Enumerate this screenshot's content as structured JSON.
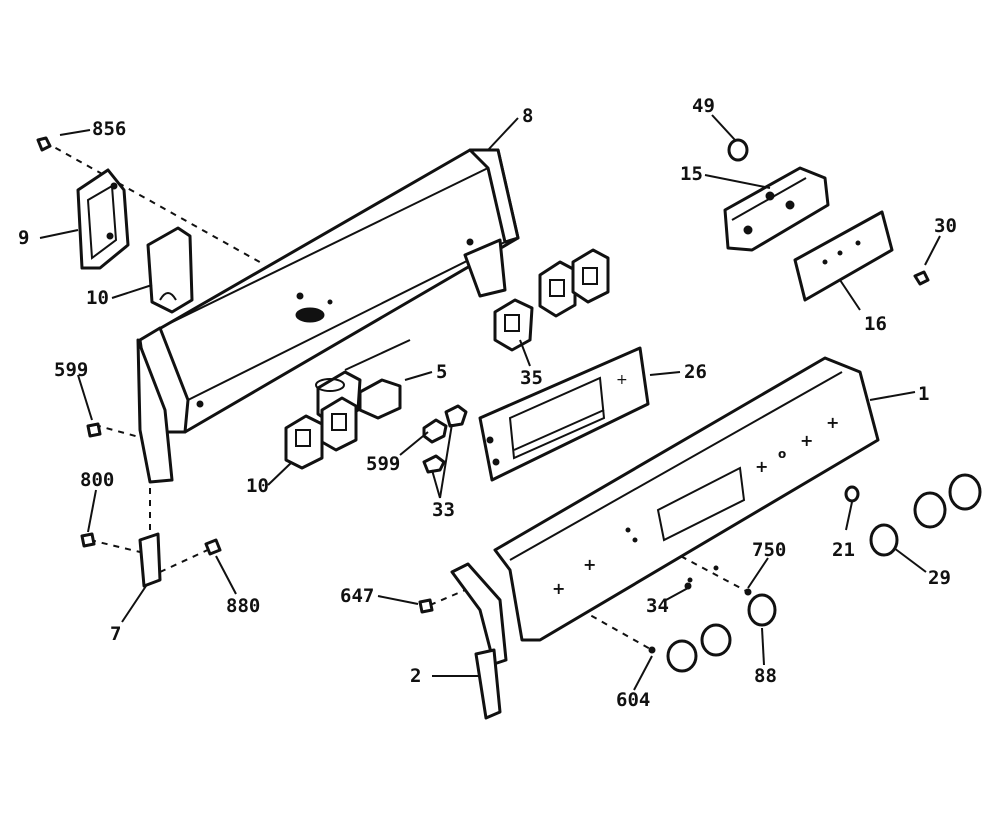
{
  "callouts": {
    "c856": "856",
    "c8": "8",
    "c49": "49",
    "c15": "15",
    "c30": "30",
    "c9": "9",
    "c10a": "10",
    "c16": "16",
    "c599": "599",
    "c35": "35",
    "c26": "26",
    "c5": "5",
    "c1": "1",
    "c10b": "10",
    "c599b": "599",
    "c33": "33",
    "c800": "800",
    "c21": "21",
    "c29": "29",
    "c750": "750",
    "c7": "7",
    "c880": "880",
    "c647": "647",
    "c34": "34",
    "c2": "2",
    "c604": "604",
    "c88": "88"
  }
}
